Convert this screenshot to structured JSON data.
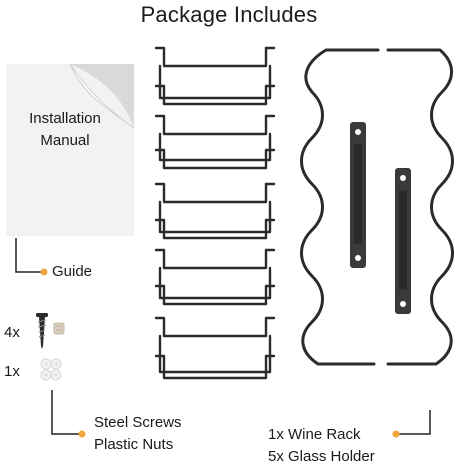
{
  "header": {
    "title": "Package Includes"
  },
  "manual": {
    "line1": "Installation",
    "line2": "Manual"
  },
  "labels": {
    "guide": "Guide",
    "screws_qty": "4x",
    "nuts_qty": "1x",
    "hardware_line1": "Steel Screws",
    "hardware_line2": "Plastic Nuts",
    "rack_line1": "1x Wine Rack",
    "rack_line2": "5x Glass Holder"
  },
  "icons": {
    "manual": "manual-booklet-icon",
    "screw": "screw-icon",
    "anchor": "wall-anchor-icon",
    "nuts": "plastic-nuts-icon",
    "glass_holder": "glass-holder-icon",
    "wine_rack": "wine-rack-icon",
    "bracket": "mounting-bracket-icon"
  },
  "colors": {
    "accent_dot": "#F2A43A",
    "metal": "#2b2b2b",
    "callout_line": "#222222"
  }
}
